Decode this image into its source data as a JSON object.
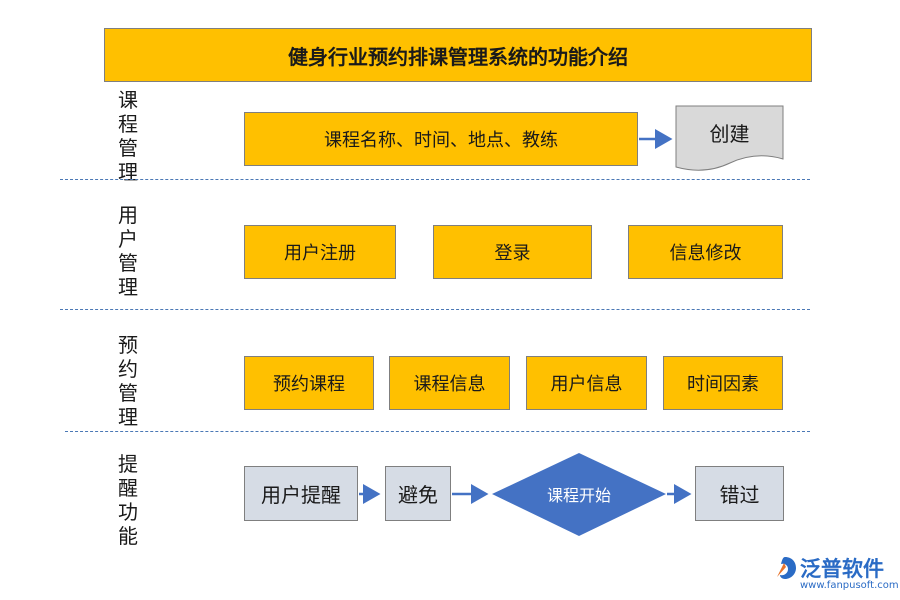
{
  "title": "健身行业预约排课管理系统的功能介绍",
  "sections": [
    {
      "label": "课程管理",
      "items": [
        "课程名称、时间、地点、教练"
      ],
      "result": "创建"
    },
    {
      "label": "用户管理",
      "items": [
        "用户注册",
        "登录",
        "信息修改"
      ]
    },
    {
      "label": "预约管理",
      "items": [
        "预约课程",
        "课程信息",
        "用户信息",
        "时间因素"
      ]
    },
    {
      "label": "提醒功能",
      "flow": [
        "用户提醒",
        "避免",
        "课程开始",
        "错过"
      ]
    }
  ],
  "logo": {
    "name": "泛普软件",
    "url": "www.fanpusoft.com"
  },
  "colors": {
    "box_fill": "#ffc000",
    "gray_fill": "#d6dce5",
    "diamond": "#4472c4",
    "arrow": "#4472c4",
    "divider": "#4a78b5"
  }
}
